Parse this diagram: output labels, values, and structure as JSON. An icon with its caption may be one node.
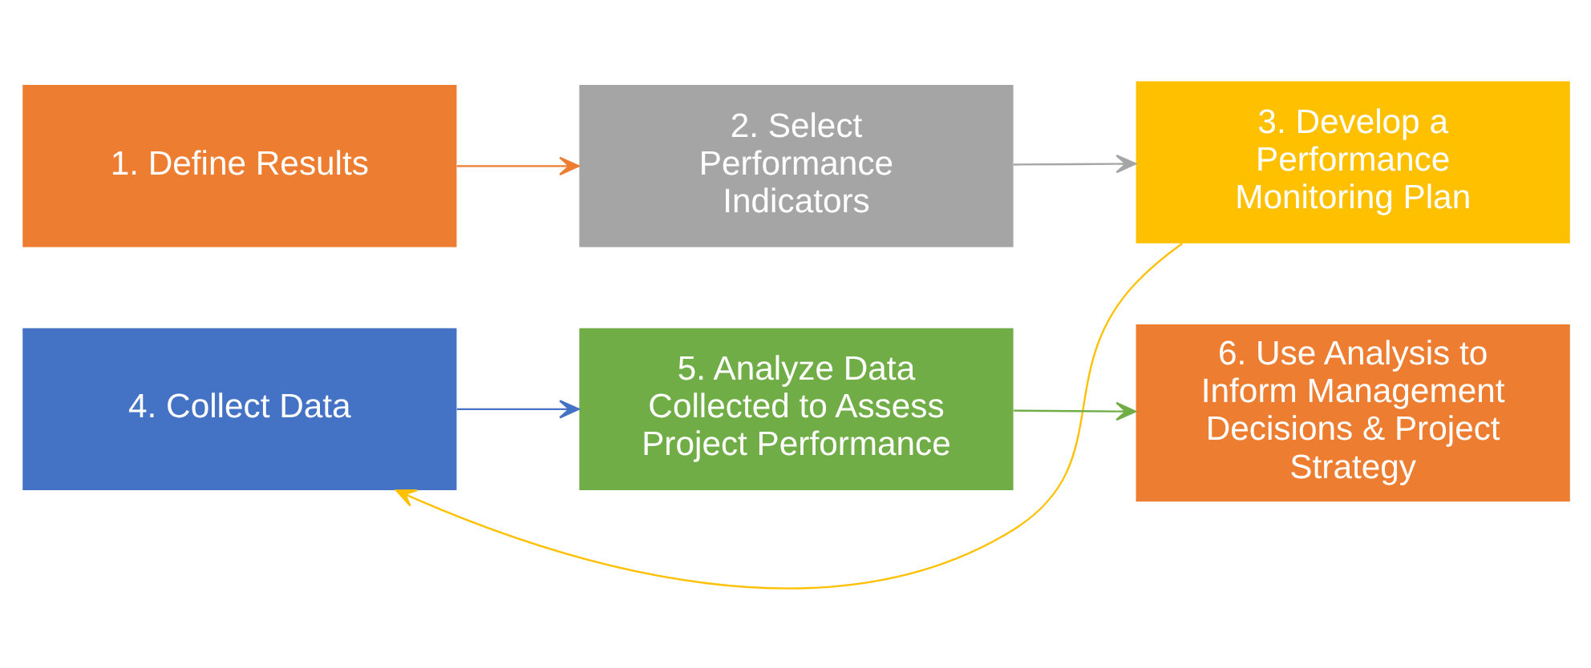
{
  "diagram": {
    "nodes": [
      {
        "text": [
          "1. Define Results"
        ]
      },
      {
        "text": [
          "2. Select Performance Indicators"
        ]
      },
      {
        "text": [
          "3. Develop a Performance Monitoring Plan"
        ]
      },
      {
        "text": [
          "4. Collect Data"
        ]
      },
      {
        "text": [
          "5. Analyze Data Collected to Assess Project Performance"
        ]
      },
      {
        "text": [
          "6. Use Analysis to Inform Management Decisions & Project Strategy"
        ]
      }
    ],
    "edges": [
      {
        "from": 0,
        "to": 1,
        "arrow": "to",
        "color": "#ed7d31"
      },
      {
        "from": 1,
        "to": 2,
        "arrow": "to",
        "color": "#a5a5a5"
      },
      {
        "from": 2,
        "to": 3,
        "arrow": "to",
        "color": "#ffc000"
      },
      {
        "from": 3,
        "to": 4,
        "arrow": "to",
        "color": "#4472c4"
      },
      {
        "from": 4,
        "to": 5,
        "arrow": "to",
        "color": "#70ad47"
      }
    ]
  }
}
